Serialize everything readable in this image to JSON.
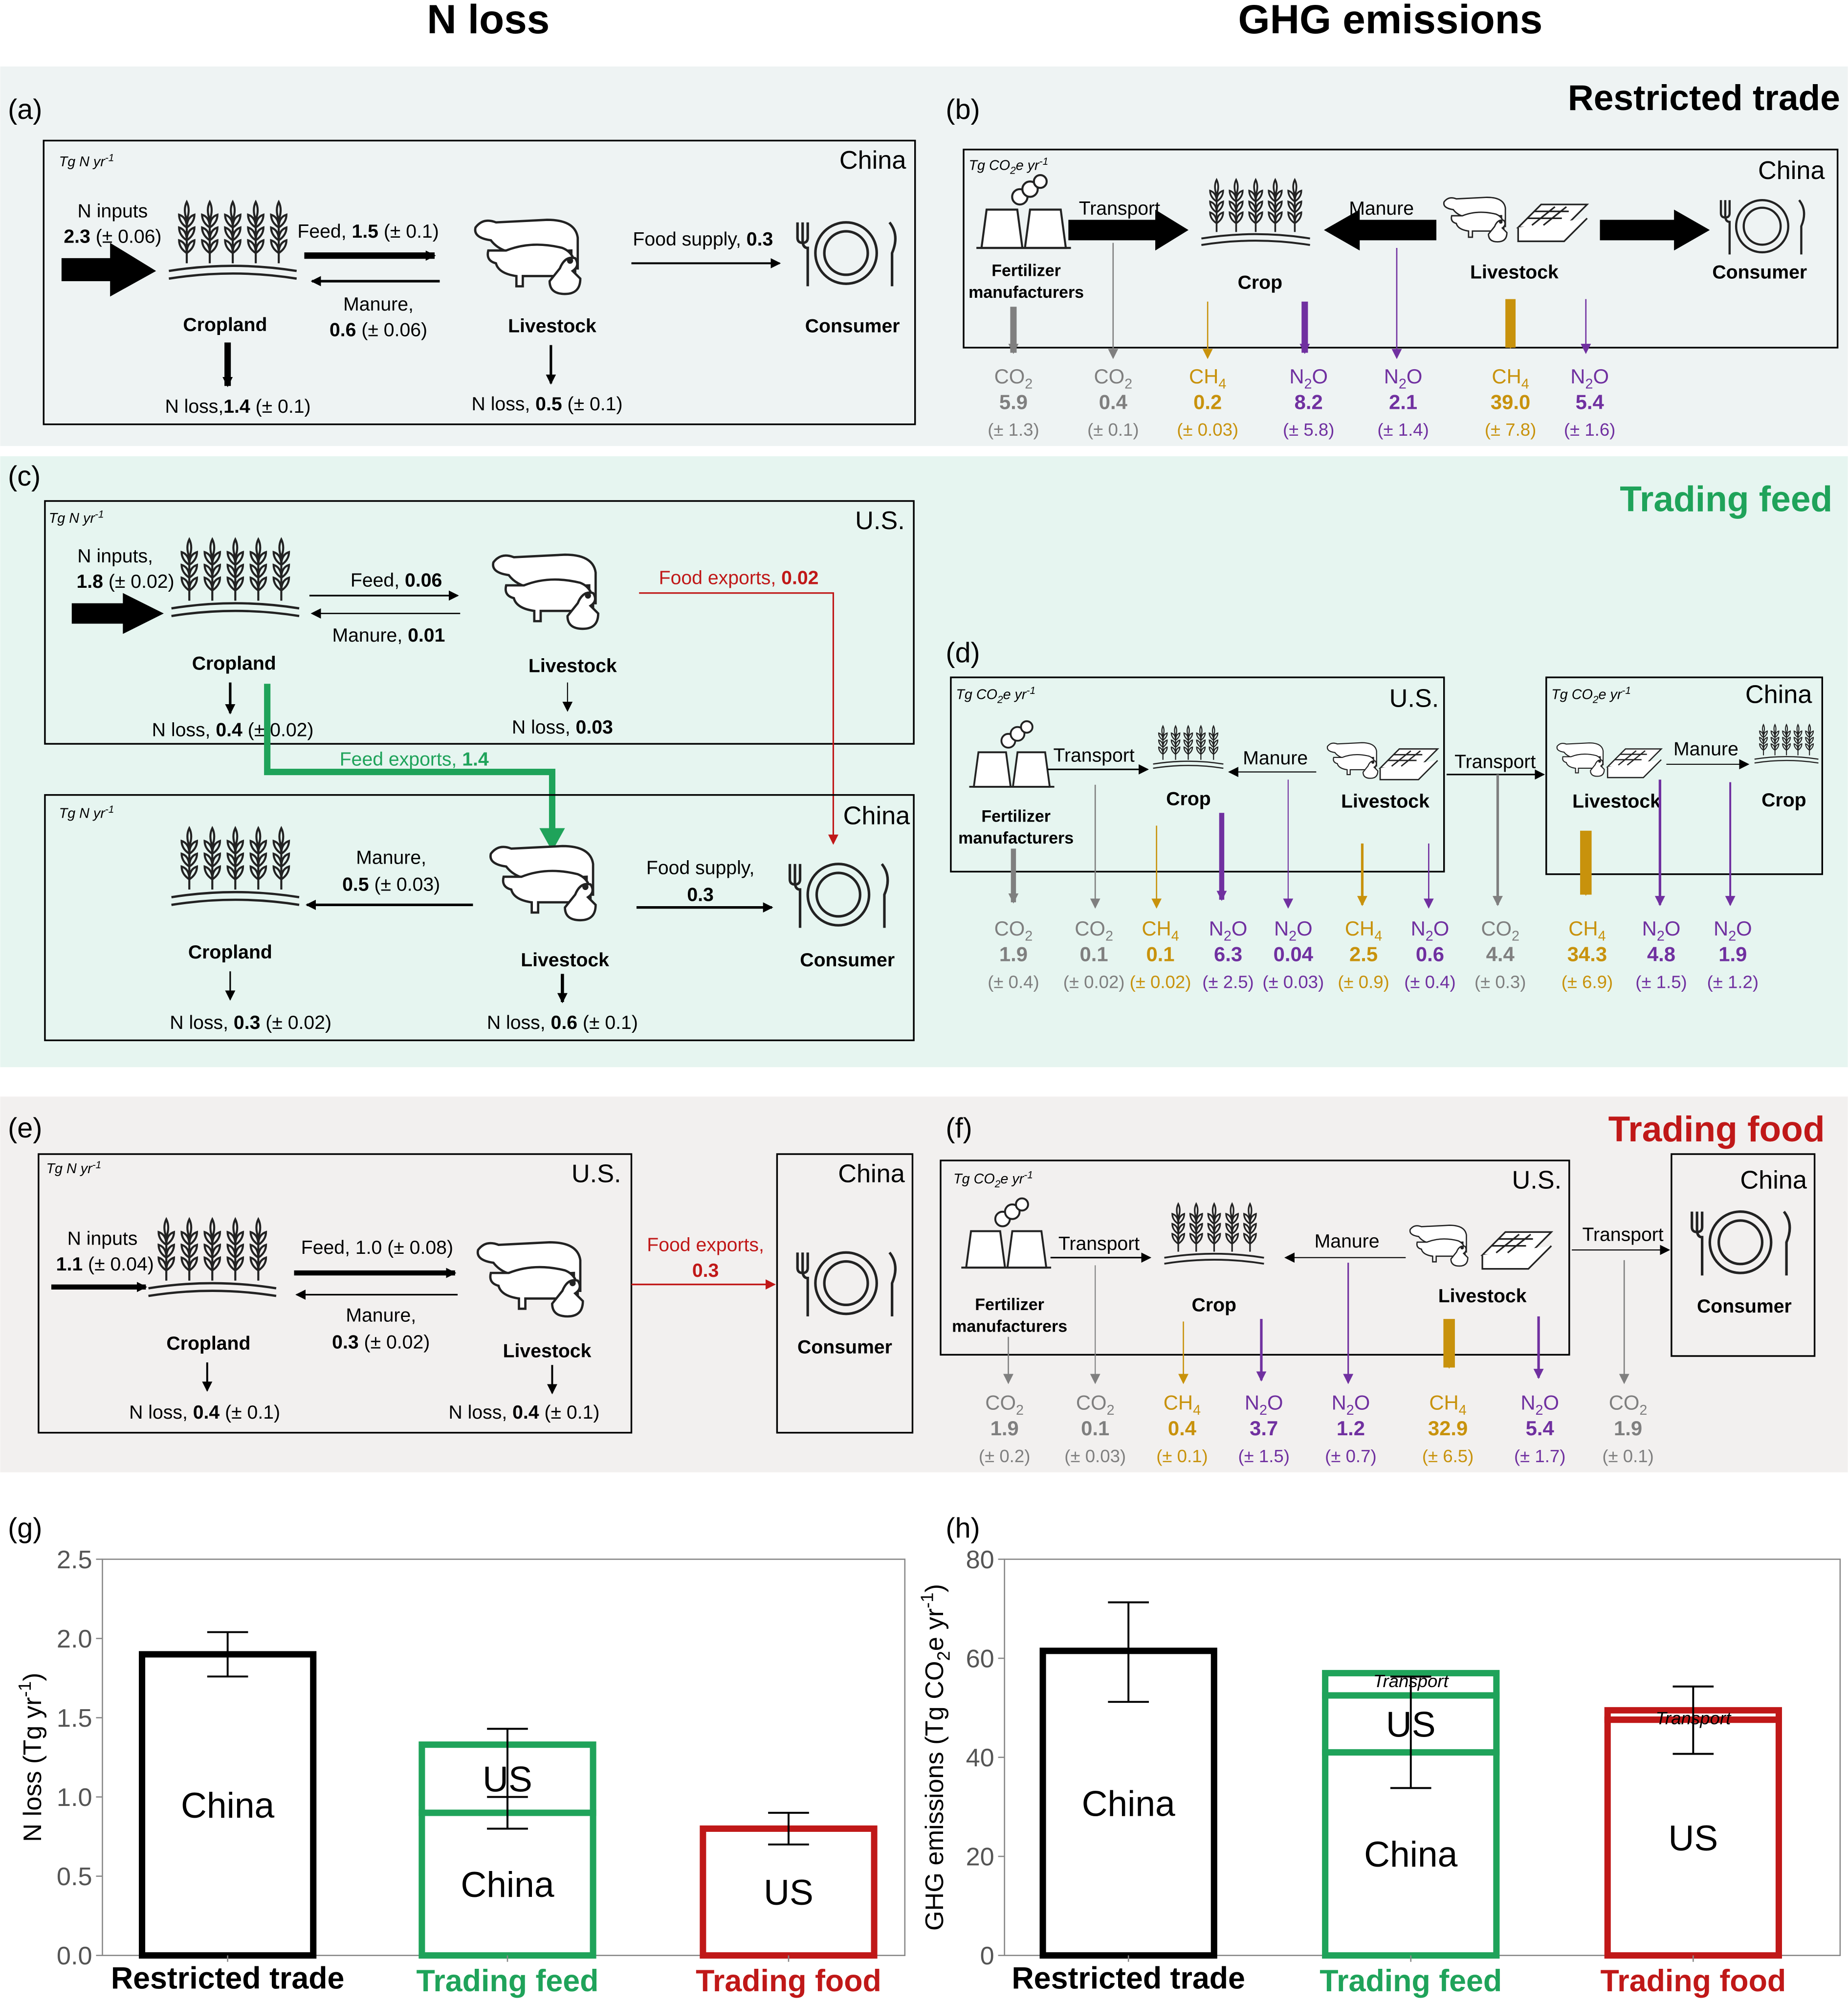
{
  "headers": {
    "nloss": "N loss",
    "ghg": "GHG emissions"
  },
  "panels": {
    "a": "(a)",
    "b": "(b)",
    "c": "(c)",
    "d": "(d)",
    "e": "(e)",
    "f": "(f)",
    "g": "(g)",
    "h": "(h)"
  },
  "scenarios": {
    "restricted": "Restricted trade",
    "feed": "Trading feed",
    "food": "Trading food"
  },
  "colors": {
    "green": "#1fa35a",
    "red": "#c01818",
    "purple": "#7030a0",
    "gold": "#c8920c",
    "gray": "#7f7f7f",
    "bg_ab": "#eef3f3",
    "bg_cd": "#e6f5f0",
    "bg_ef": "#f2f0ef"
  },
  "units": {
    "n": "Tg N yr",
    "ghg": "Tg CO",
    "ghg_e": "e yr",
    "sup": "-1",
    "sub2": "2"
  },
  "places": {
    "china": "China",
    "us": "U.S."
  },
  "nodes": {
    "cropland": "Cropland",
    "livestock": "Livestock",
    "consumer": "Consumer",
    "crop": "Crop",
    "fert1": "Fertilizer",
    "fert2": "manufacturers"
  },
  "flows": {
    "transport": "Transport",
    "manure": "Manure",
    "a": {
      "n_inputs": "N inputs",
      "n_inputs_v": "2.3",
      "n_inputs_e": "(± 0.06)",
      "feed": "Feed, ",
      "feed_v": "1.5",
      "feed_e": "(± 0.1)",
      "manure": "Manure,",
      "manure_v": "0.6",
      "manure_e": "(± 0.06)",
      "food": "Food supply, ",
      "food_v": "0.3",
      "loss1": "N loss,",
      "loss1_v": "1.4",
      "loss1_e": "(± 0.1)",
      "loss2": "N loss, ",
      "loss2_v": "0.5",
      "loss2_e": "(± 0.1)"
    },
    "c": {
      "n_inputs": "N inputs,",
      "n_inputs_v": "1.8",
      "n_inputs_e": "(± 0.02)",
      "feed": "Feed, ",
      "feed_v": "0.06",
      "manure": "Manure, ",
      "manure_v": "0.01",
      "food_exp": "Food exports, ",
      "food_exp_v": "0.02",
      "loss1": "N loss, ",
      "loss1_v": "0.4",
      "loss1_e": "(± 0.02)",
      "loss2": "N loss, ",
      "loss2_v": "0.03",
      "feed_exp": "Feed exports, ",
      "feed_exp_v": "1.4",
      "manure2": "Manure,",
      "manure2_v": "0.5",
      "manure2_e": "(± 0.03)",
      "food2": "Food supply,",
      "food2_v": "0.3",
      "loss3": "N loss, ",
      "loss3_v": "0.3",
      "loss3_e": "(± 0.02)",
      "loss4": "N loss, ",
      "loss4_v": "0.6",
      "loss4_e": "(± 0.1)"
    },
    "e": {
      "n_inputs": "N inputs",
      "n_inputs_v": "1.1",
      "n_inputs_e": "(± 0.04)",
      "feed": "Feed, 1.0 (± 0.08)",
      "manure": "Manure,",
      "manure_v": "0.3",
      "manure_e": "(± 0.02)",
      "food_exp": "Food exports,",
      "food_exp_v": "0.3",
      "loss1": "N loss, ",
      "loss1_v": "0.4",
      "loss1_e": "(± 0.1)",
      "loss2": "N loss, ",
      "loss2_v": "0.4",
      "loss2_e": "(± 0.1)"
    }
  },
  "emissions": {
    "b": [
      {
        "gas": "CO",
        "sub": "2",
        "v": "5.9",
        "e": "(± 1.3)",
        "c": "gray"
      },
      {
        "gas": "CO",
        "sub": "2",
        "v": "0.4",
        "e": "(± 0.1)",
        "c": "gray"
      },
      {
        "gas": "CH",
        "sub": "4",
        "v": "0.2",
        "e": "(± 0.03)",
        "c": "gold"
      },
      {
        "gas": "N",
        "sub": "2",
        "tail": "O",
        "v": "8.2",
        "e": "(± 5.8)",
        "c": "purple"
      },
      {
        "gas": "N",
        "sub": "2",
        "tail": "O",
        "v": "2.1",
        "e": "(± 1.4)",
        "c": "purple"
      },
      {
        "gas": "CH",
        "sub": "4",
        "v": "39.0",
        "e": "(± 7.8)",
        "c": "gold"
      },
      {
        "gas": "N",
        "sub": "2",
        "tail": "O",
        "v": "5.4",
        "e": "(± 1.6)",
        "c": "purple"
      }
    ],
    "d": [
      {
        "gas": "CO",
        "sub": "2",
        "v": "1.9",
        "e": "(± 0.4)",
        "c": "gray"
      },
      {
        "gas": "CO",
        "sub": "2",
        "v": "0.1",
        "e": "(± 0.02)",
        "c": "gray"
      },
      {
        "gas": "CH",
        "sub": "4",
        "v": "0.1",
        "e": "(± 0.02)",
        "c": "gold"
      },
      {
        "gas": "N",
        "sub": "2",
        "tail": "O",
        "v": "6.3",
        "e": "(± 2.5)",
        "c": "purple"
      },
      {
        "gas": "N",
        "sub": "2",
        "tail": "O",
        "v": "0.04",
        "e": "(± 0.03)",
        "c": "purple"
      },
      {
        "gas": "CH",
        "sub": "4",
        "v": "2.5",
        "e": "(± 0.9)",
        "c": "gold"
      },
      {
        "gas": "N",
        "sub": "2",
        "tail": "O",
        "v": "0.6",
        "e": "(± 0.4)",
        "c": "purple"
      },
      {
        "gas": "CO",
        "sub": "2",
        "v": "4.4",
        "e": "(± 0.3)",
        "c": "gray"
      },
      {
        "gas": "CH",
        "sub": "4",
        "v": "34.3",
        "e": "(± 6.9)",
        "c": "gold"
      },
      {
        "gas": "N",
        "sub": "2",
        "tail": "O",
        "v": "4.8",
        "e": "(± 1.5)",
        "c": "purple"
      },
      {
        "gas": "N",
        "sub": "2",
        "tail": "O",
        "v": "1.9",
        "e": "(± 1.2)",
        "c": "purple"
      }
    ],
    "f": [
      {
        "gas": "CO",
        "sub": "2",
        "v": "1.9",
        "e": "(± 0.2)",
        "c": "gray"
      },
      {
        "gas": "CO",
        "sub": "2",
        "v": "0.1",
        "e": "(± 0.03)",
        "c": "gray"
      },
      {
        "gas": "CH",
        "sub": "4",
        "v": "0.4",
        "e": "(± 0.1)",
        "c": "gold"
      },
      {
        "gas": "N",
        "sub": "2",
        "tail": "O",
        "v": "3.7",
        "e": "(± 1.5)",
        "c": "purple"
      },
      {
        "gas": "N",
        "sub": "2",
        "tail": "O",
        "v": "1.2",
        "e": "(± 0.7)",
        "c": "purple"
      },
      {
        "gas": "CH",
        "sub": "4",
        "v": "32.9",
        "e": "(± 6.5)",
        "c": "gold"
      },
      {
        "gas": "N",
        "sub": "2",
        "tail": "O",
        "v": "5.4",
        "e": "(± 1.7)",
        "c": "purple"
      },
      {
        "gas": "CO",
        "sub": "2",
        "v": "1.9",
        "e": "(± 0.1)",
        "c": "gray"
      }
    ]
  },
  "chart_data": [
    {
      "type": "bar",
      "ylabel": "N loss (Tg yr",
      "ylabel_sup": "-1",
      "ylim": [
        0,
        2.5
      ],
      "yticks": [
        "0.0",
        "0.5",
        "1.0",
        "1.5",
        "2.0",
        "2.5"
      ],
      "categories": [
        "Restricted trade",
        "Trading feed",
        "Trading food"
      ],
      "bars": [
        {
          "category": "Restricted trade",
          "total": 1.9,
          "err": [
            1.76,
            2.04
          ],
          "segments": [
            {
              "label": "China",
              "value": 1.9
            }
          ]
        },
        {
          "category": "Trading feed",
          "total": 1.33,
          "err": [
            0.8,
            1.43
          ],
          "segments": [
            {
              "label": "China",
              "value": 0.9
            },
            {
              "label": "US",
              "value": 0.43
            }
          ],
          "err_seg": [
            0.8,
            1.0
          ]
        },
        {
          "category": "Trading food",
          "total": 0.8,
          "err": [
            0.7,
            0.9
          ],
          "segments": [
            {
              "label": "US",
              "value": 0.8
            }
          ]
        }
      ]
    },
    {
      "type": "bar",
      "ylabel": "GHG emissions (Tg CO",
      "ylabel_tail": "e yr",
      "ylabel_sup": "-1",
      "ylim": [
        0,
        80
      ],
      "yticks": [
        "0",
        "20",
        "40",
        "60",
        "80"
      ],
      "categories": [
        "Restricted trade",
        "Trading feed",
        "Trading food"
      ],
      "bars": [
        {
          "category": "Restricted trade",
          "total": 61.5,
          "err": [
            51.2,
            71.3
          ],
          "segments": [
            {
              "label": "China",
              "value": 61.5
            }
          ]
        },
        {
          "category": "Trading feed",
          "total": 57.0,
          "err": [
            33.8,
            56.3
          ],
          "segments": [
            {
              "label": "China",
              "value": 41.0
            },
            {
              "label": "US",
              "value": 11.5
            },
            {
              "label": "Transport",
              "value": 4.5
            }
          ]
        },
        {
          "category": "Trading food",
          "total": 49.5,
          "err": [
            40.7,
            54.3
          ],
          "segments": [
            {
              "label": "US",
              "value": 47.6
            },
            {
              "label": "Transport",
              "value": 1.9
            }
          ]
        }
      ]
    }
  ]
}
